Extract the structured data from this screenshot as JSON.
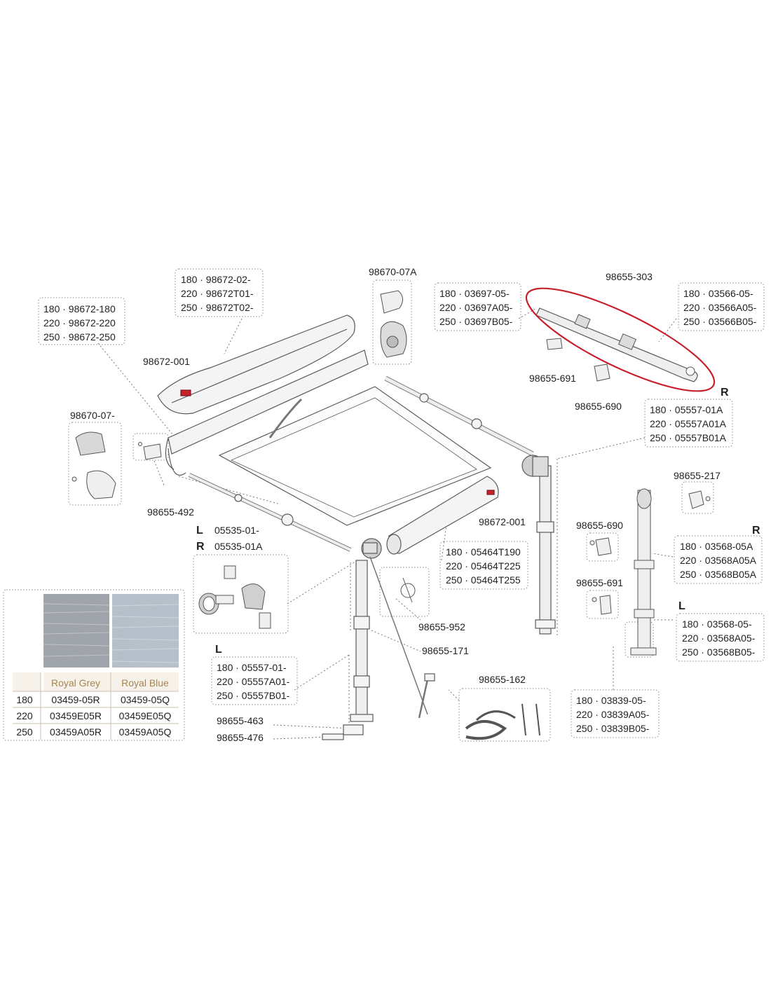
{
  "diagram": {
    "callouts": {
      "c_98672_180": [
        "180 · 98672-180",
        "220 · 98672-220",
        "250 · 98672-250"
      ],
      "c_98672_02": [
        "180 · 98672-02-",
        "220 · 98672T01-",
        "250 · 98672T02-"
      ],
      "c_03697": [
        "180 · 03697-05-",
        "220 · 03697A05-",
        "250 · 03697B05-"
      ],
      "c_03566": [
        "180 · 03566-05-",
        "220 · 03566A05-",
        "250 · 03566B05-"
      ],
      "c_05557_R": [
        "180 · 05557-01A",
        "220 · 05557A01A",
        "250 · 05557B01A"
      ],
      "c_05464": [
        "180 · 05464T190",
        "220 · 05464T225",
        "250 · 05464T255"
      ],
      "c_03568_R": [
        "180 · 03568-05A",
        "220 · 03568A05A",
        "250 · 03568B05A"
      ],
      "c_03568_L": [
        "180 · 03568-05-",
        "220 · 03568A05-",
        "250 · 03568B05-"
      ],
      "c_05557_L": [
        "180 · 05557-01-",
        "220 · 05557A01-",
        "250 · 05557B01-"
      ],
      "c_03839": [
        "180 · 03839-05-",
        "220 · 03839A05-",
        "250 · 03839B05-"
      ]
    },
    "labels": {
      "p98670_07A": "98670-07A",
      "p98655_303": "98655-303",
      "p98672_001a": "98672-001",
      "p98655_691a": "98655-691",
      "p98655_690a": "98655-690",
      "p98670_07": "98670-07-",
      "p98655_492": "98655-492",
      "p98672_001b": "98672-001",
      "p98655_217": "98655-217",
      "p98655_690b": "98655-690",
      "p98655_691b": "98655-691",
      "p05535_01": "05535-01-",
      "p05535_01A": "05535-01A",
      "p98655_952": "98655-952",
      "p98655_171": "98655-171",
      "p98655_162": "98655-162",
      "p98655_463": "98655-463",
      "p98655_476": "98655-476"
    },
    "sides": {
      "r_top": "R",
      "r_mid": "R",
      "l_mid": "L",
      "l_small": "L",
      "r_small": "R",
      "l_bottom": "L"
    }
  },
  "fabric_table": {
    "headers": [
      "",
      "Royal Grey",
      "Royal Blue"
    ],
    "rows": [
      [
        "180",
        "03459-05R",
        "03459-05Q"
      ],
      [
        "220",
        "03459E05R",
        "03459E05Q"
      ],
      [
        "250",
        "03459A05R",
        "03459A05Q"
      ]
    ]
  },
  "colors": {
    "highlight": "#c8202a",
    "line": "#5a5a5a",
    "dotted": "#777777",
    "header_text": "#a8844e",
    "header_bg": "#f6f2ea",
    "part_fill": "#f2f2f2",
    "accent_red": "#c8202a"
  }
}
